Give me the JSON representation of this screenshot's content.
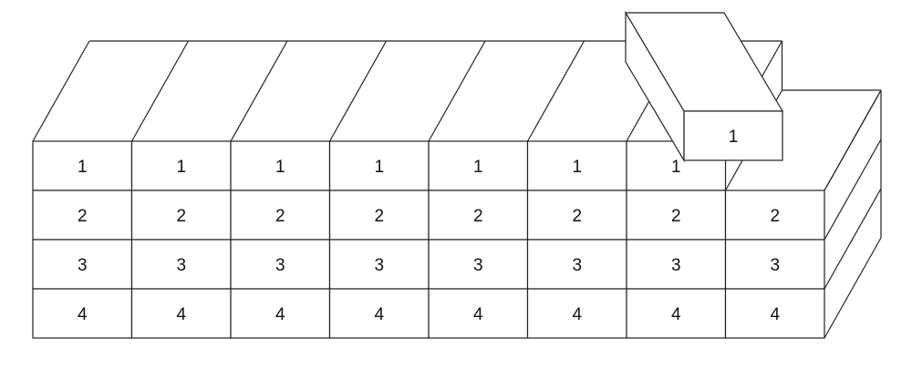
{
  "diagram": {
    "columns": 8,
    "layer_labels": [
      "1",
      "2",
      "3",
      "4"
    ],
    "removed_block": {
      "label": "1",
      "column": 8,
      "layer": 1
    },
    "stroke_color": "#222222",
    "background_color": "#ffffff"
  }
}
